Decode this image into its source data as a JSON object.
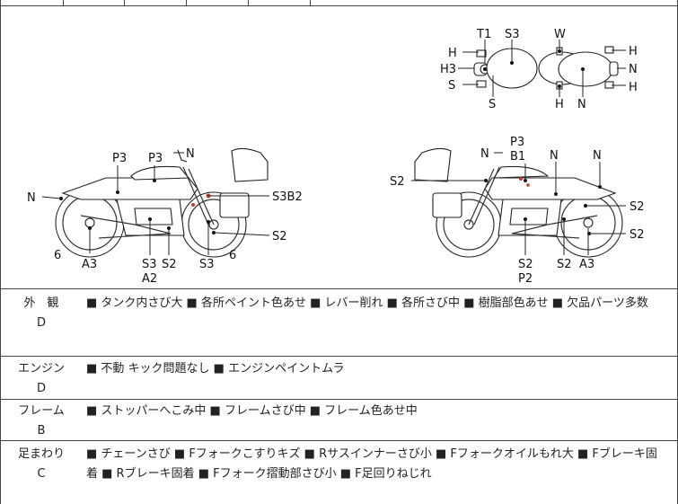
{
  "diagram": {
    "labels": {
      "top_T1": "T1",
      "top_S3": "S3",
      "top_W": "W",
      "top_H_left1": "H",
      "top_H3": "H3",
      "top_S_left": "S",
      "top_S_bottom": "S",
      "top_H_bottom": "H",
      "top_N_bottom": "N",
      "top_H_right1": "H",
      "top_N_right": "N",
      "top_H_right2": "H",
      "l_N": "N",
      "l_P3a": "P3",
      "l_P3b": "P3",
      "l_N_top": "N",
      "l_S3B2": "S3B2",
      "l_S2": "S2",
      "l_6a": "6",
      "l_A3": "A3",
      "l_S3a": "S3",
      "l_S2b": "S2",
      "l_S3c": "S3",
      "l_6b": "6",
      "l_A2": "A2",
      "r_S2": "S2",
      "r_N_left": "N",
      "r_P3": "P3",
      "r_B1": "B1",
      "r_N_mid": "N",
      "r_N_right": "N",
      "r_S2a": "S2",
      "r_S2b": "S2",
      "r_S2c": "S2",
      "r_S2d": "S2",
      "r_A3": "A3",
      "r_P2": "P2"
    }
  },
  "ratings": [
    {
      "name": "外　観",
      "grade": "D",
      "text": "■ タンク内さび大 ■ 各所ペイント色あせ ■ レバー削れ ■ 各所さび中 ■ 樹脂部色あせ ■ 欠品パーツ多数"
    },
    {
      "name": "エンジン",
      "grade": "D",
      "text": "■ 不動 キック問題なし ■ エンジンペイントムラ"
    },
    {
      "name": "フレーム",
      "grade": "B",
      "text": "■ ストッパーへこみ中 ■ フレームさび中 ■ フレーム色あせ中"
    },
    {
      "name": "足まわり",
      "grade": "C",
      "text": "■ チェーンさび ■ Fフォークこすりキズ ■ Rサスインナーさび小 ■ Fフォークオイルもれ大 ■ Fブレーキ固着 ■ Rブレーキ固着 ■ Fフォーク摺動部さび小 ■ F足回りねじれ"
    }
  ]
}
